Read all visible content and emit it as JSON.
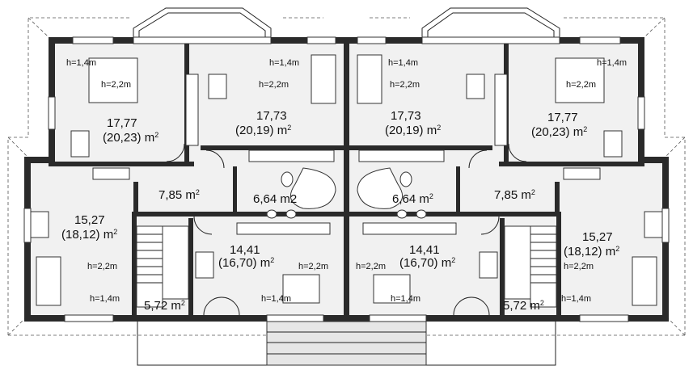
{
  "left_unit": {
    "rooms": {
      "bedroom_left": {
        "area": "17,77",
        "area_total": "(20,23)",
        "unit": "m"
      },
      "bedroom_center": {
        "area": "17,73",
        "area_total": "(20,19)",
        "unit": "m"
      },
      "hall": {
        "area": "7,85",
        "unit": "m"
      },
      "bath": {
        "area": "6,64 m2"
      },
      "room_lower_left": {
        "area": "15,27",
        "area_total": "(18,12)",
        "unit": "m"
      },
      "room_lower_center": {
        "area": "14,41",
        "area_total": "(16,70)",
        "unit": "m"
      },
      "stair": {
        "area": "5,72",
        "unit": "m"
      }
    },
    "heights": {
      "top_a": "h=1,4m",
      "top_b": "h=2,2m",
      "top_c": "h=1,4m",
      "top_d": "h=2,2m",
      "bot_a": "h=2,2m",
      "bot_b": "h=1,4m",
      "bot_c": "h=2,2m",
      "bot_d": "h=1,4m"
    }
  },
  "right_unit": {
    "rooms": {
      "bedroom_center": {
        "area": "17,73",
        "area_total": "(20,19)",
        "unit": "m"
      },
      "bedroom_right": {
        "area": "17,77",
        "area_total": "(20,23)",
        "unit": "m"
      },
      "hall": {
        "area": "7,85",
        "unit": "m"
      },
      "bath": {
        "area": "6,64",
        "unit": "m"
      },
      "room_lower_right": {
        "area": "15,27",
        "area_total": "(18,12)",
        "unit": "m"
      },
      "room_lower_center": {
        "area": "14,41",
        "area_total": "(16,70)",
        "unit": "m"
      },
      "stair": {
        "area": "5,72",
        "unit": "m"
      }
    },
    "heights": {
      "top_a": "h=1,4m",
      "top_b": "h=2,2m",
      "top_c": "h=1,4m",
      "top_d": "h=2,2m",
      "bot_a": "h=2,2m",
      "bot_b": "h=1,4m",
      "bot_c": "h=2,2m",
      "bot_d": "h=1,4m"
    }
  },
  "superscript": "2"
}
